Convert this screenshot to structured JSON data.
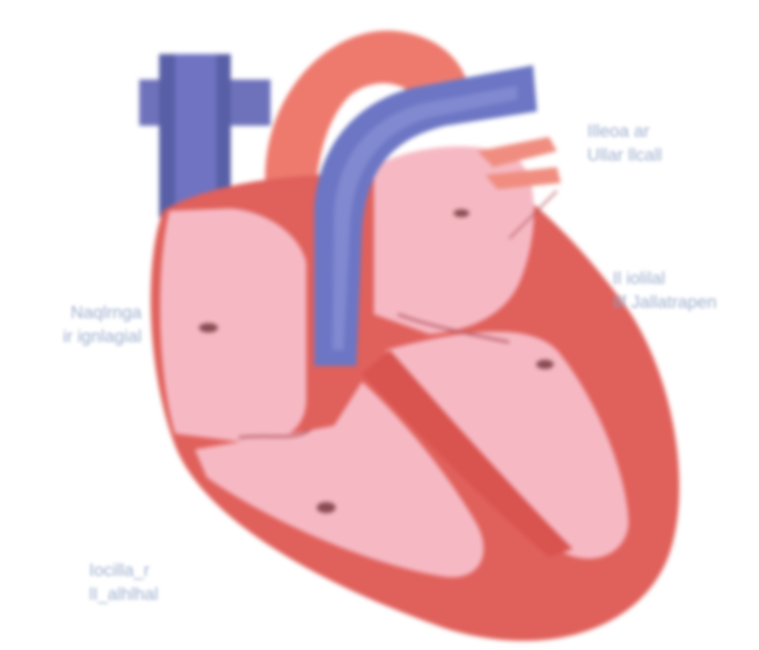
{
  "colors": {
    "muscle": "#e0605b",
    "chamber": "#f6b9c4",
    "vein": "#6c76c4",
    "vein_dark": "#4a5290",
    "aorta": "#ee7a6e",
    "label_text": "#8fa3c6"
  },
  "labels": {
    "top_right": [
      "Illeoa ar",
      "Ullar llcall"
    ],
    "mid_right": [
      "Il iolilal",
      "Ilf Jallatrapen"
    ],
    "left": [
      "Naqlrnga",
      "ir ignlagial"
    ],
    "bottom": [
      "Iocilla_r",
      "lI_alhlhal"
    ]
  }
}
